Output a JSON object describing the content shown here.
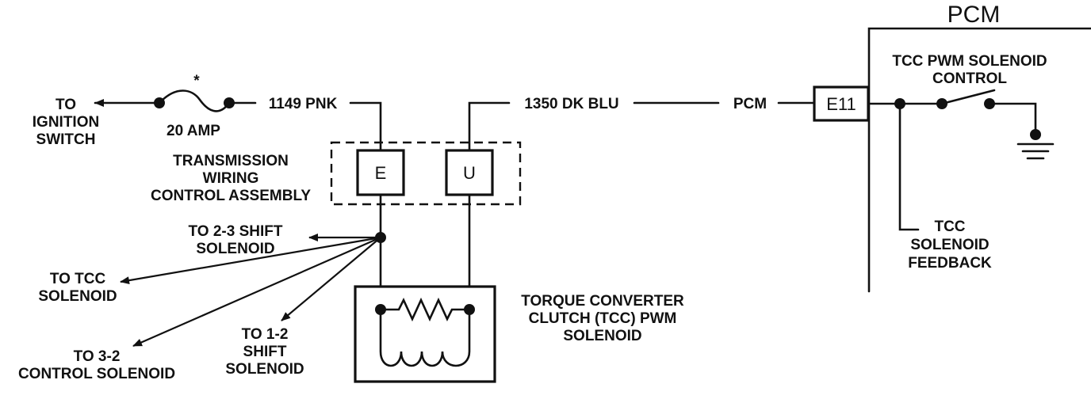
{
  "pcm_title": "PCM",
  "fuse": {
    "marker": "*",
    "rating": "20 AMP"
  },
  "ignition": {
    "line1": "TO",
    "line2": "IGNITION",
    "line3": "SWITCH"
  },
  "wire_labels": {
    "pnk": "1149 PNK",
    "dkblu": "1350 DK BLU",
    "pcm": "PCM"
  },
  "assembly": {
    "line1": "TRANSMISSION",
    "line2": "WIRING",
    "line3": "CONTROL ASSEMBLY",
    "pin_e": "E",
    "pin_u": "U"
  },
  "connector_pcm": "E11",
  "tcc_pwm_control": {
    "line1": "TCC PWM SOLENOID",
    "line2": "CONTROL"
  },
  "tcc_feedback": {
    "line1": "TCC",
    "line2": "SOLENOID",
    "line3": "FEEDBACK"
  },
  "branches": {
    "shift23": {
      "line1": "TO 2-3 SHIFT",
      "line2": "SOLENOID"
    },
    "tcc": {
      "line1": "TO TCC",
      "line2": "SOLENOID"
    },
    "ctrl32": {
      "line1": "TO 3-2",
      "line2": "CONTROL SOLENOID"
    },
    "shift12": {
      "line1": "TO 1-2",
      "line2": "SHIFT",
      "line3": "SOLENOID"
    }
  },
  "solenoid": {
    "line1": "TORQUE CONVERTER",
    "line2": "CLUTCH (TCC) PWM",
    "line3": "SOLENOID"
  }
}
